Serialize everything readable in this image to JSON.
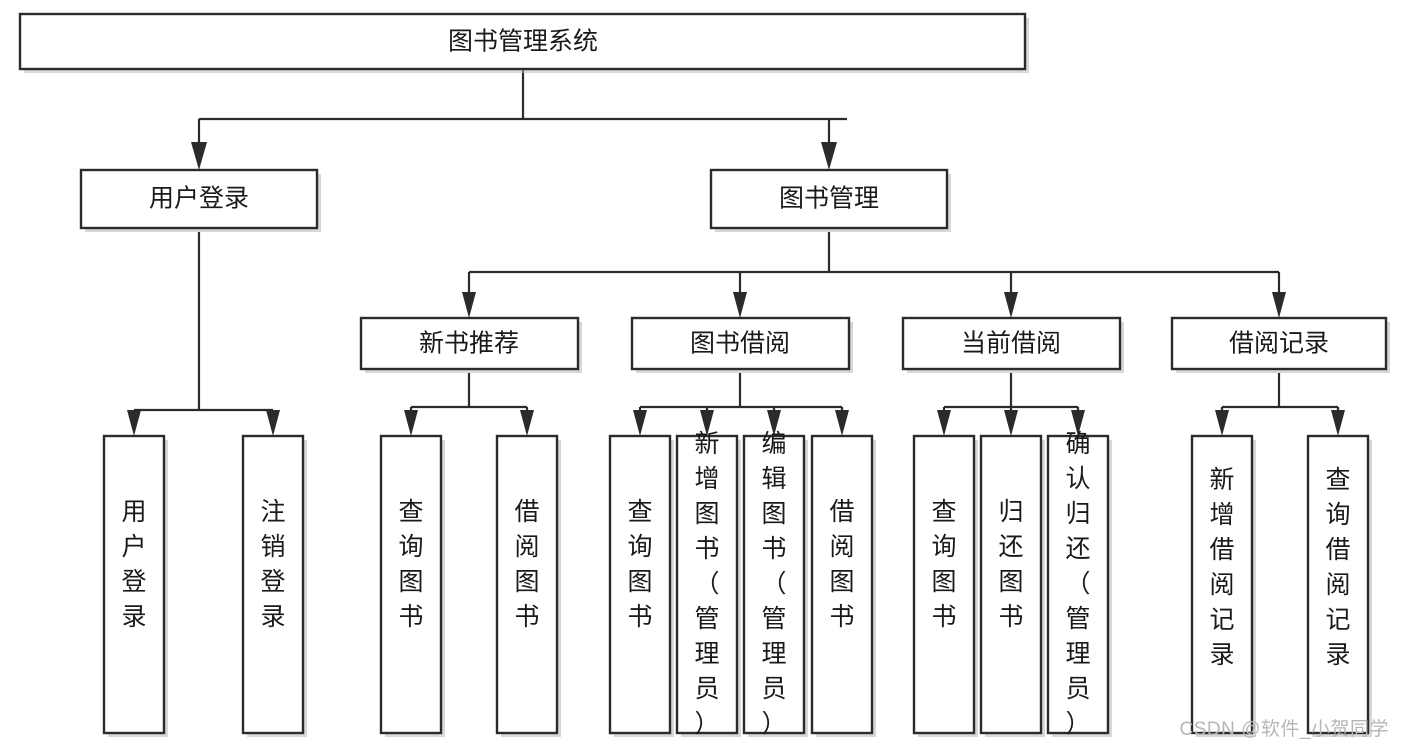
{
  "diagram": {
    "type": "tree",
    "title": "图书管理系统",
    "watermark": "CSDN @软件_小贺同学",
    "colors": {
      "box_fill": "#ffffff",
      "box_stroke": "#2b2b2b",
      "connector": "#2b2b2b",
      "text": "#1a1a1a",
      "watermark": "#b6b6b6",
      "background": "#ffffff"
    },
    "nodes": {
      "root": {
        "label": "图书管理系统"
      },
      "level2": [
        {
          "id": "user-login",
          "label": "用户登录"
        },
        {
          "id": "book-management",
          "label": "图书管理"
        }
      ],
      "level3": [
        {
          "id": "new-book-recommend",
          "label": "新书推荐"
        },
        {
          "id": "book-borrow",
          "label": "图书借阅"
        },
        {
          "id": "current-borrow",
          "label": "当前借阅"
        },
        {
          "id": "borrow-record",
          "label": "借阅记录"
        }
      ],
      "leaves": {
        "user-login": [
          {
            "id": "leaf-user-login",
            "label": "用户登录"
          },
          {
            "id": "leaf-user-logout",
            "label": "注销登录"
          }
        ],
        "new-book-recommend": [
          {
            "id": "leaf-query-book-1",
            "label": "查询图书"
          },
          {
            "id": "leaf-borrow-book-1",
            "label": "借阅图书"
          }
        ],
        "book-borrow": [
          {
            "id": "leaf-query-book-2",
            "label": "查询图书"
          },
          {
            "id": "leaf-add-book",
            "label": "新增图书（管理员）"
          },
          {
            "id": "leaf-edit-book",
            "label": "编辑图书（管理员）"
          },
          {
            "id": "leaf-borrow-book-2",
            "label": "借阅图书"
          }
        ],
        "current-borrow": [
          {
            "id": "leaf-query-book-3",
            "label": "查询图书"
          },
          {
            "id": "leaf-return-book",
            "label": "归还图书"
          },
          {
            "id": "leaf-confirm-return",
            "label": "确认归还（管理员）"
          }
        ],
        "borrow-record": [
          {
            "id": "leaf-add-record",
            "label": "新增借阅记录"
          },
          {
            "id": "leaf-query-record",
            "label": "查询借阅记录"
          }
        ]
      }
    }
  }
}
